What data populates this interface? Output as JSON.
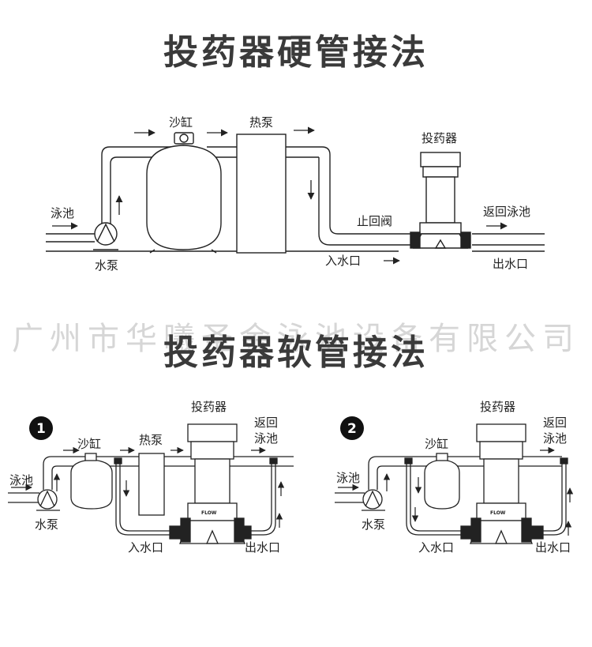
{
  "watermark": "广州市华曦圣金泳池设备有限公司",
  "hard_pipe": {
    "title": "投药器硬管接法",
    "labels": {
      "pool": "泳池",
      "pump": "水泵",
      "sand_filter": "沙缸",
      "heat_pump": "热泵",
      "check_valve": "止回阀",
      "inlet": "入水口",
      "chlorinator": "投药器",
      "return_pool": "返回泳池",
      "outlet": "出水口"
    }
  },
  "soft_pipe": {
    "title": "投药器软管接法",
    "diagram1": {
      "number": "1",
      "pool": "泳池",
      "pump": "水泵",
      "sand_filter": "沙缸",
      "heat_pump": "热泵",
      "chlorinator": "投药器",
      "return_1": "返回",
      "return_2": "泳池",
      "inlet": "入水口",
      "outlet": "出水口",
      "flow": "FLOW"
    },
    "diagram2": {
      "number": "2",
      "pool": "泳池",
      "pump": "水泵",
      "sand_filter": "沙缸",
      "chlorinator": "投药器",
      "return_1": "返回",
      "return_2": "泳池",
      "inlet": "入水口",
      "outlet": "出水口",
      "flow": "FLOW"
    }
  },
  "colors": {
    "line": "#222222",
    "badge": "#111111",
    "title": "#3a3a3a",
    "watermark": "#d6d6d6"
  }
}
